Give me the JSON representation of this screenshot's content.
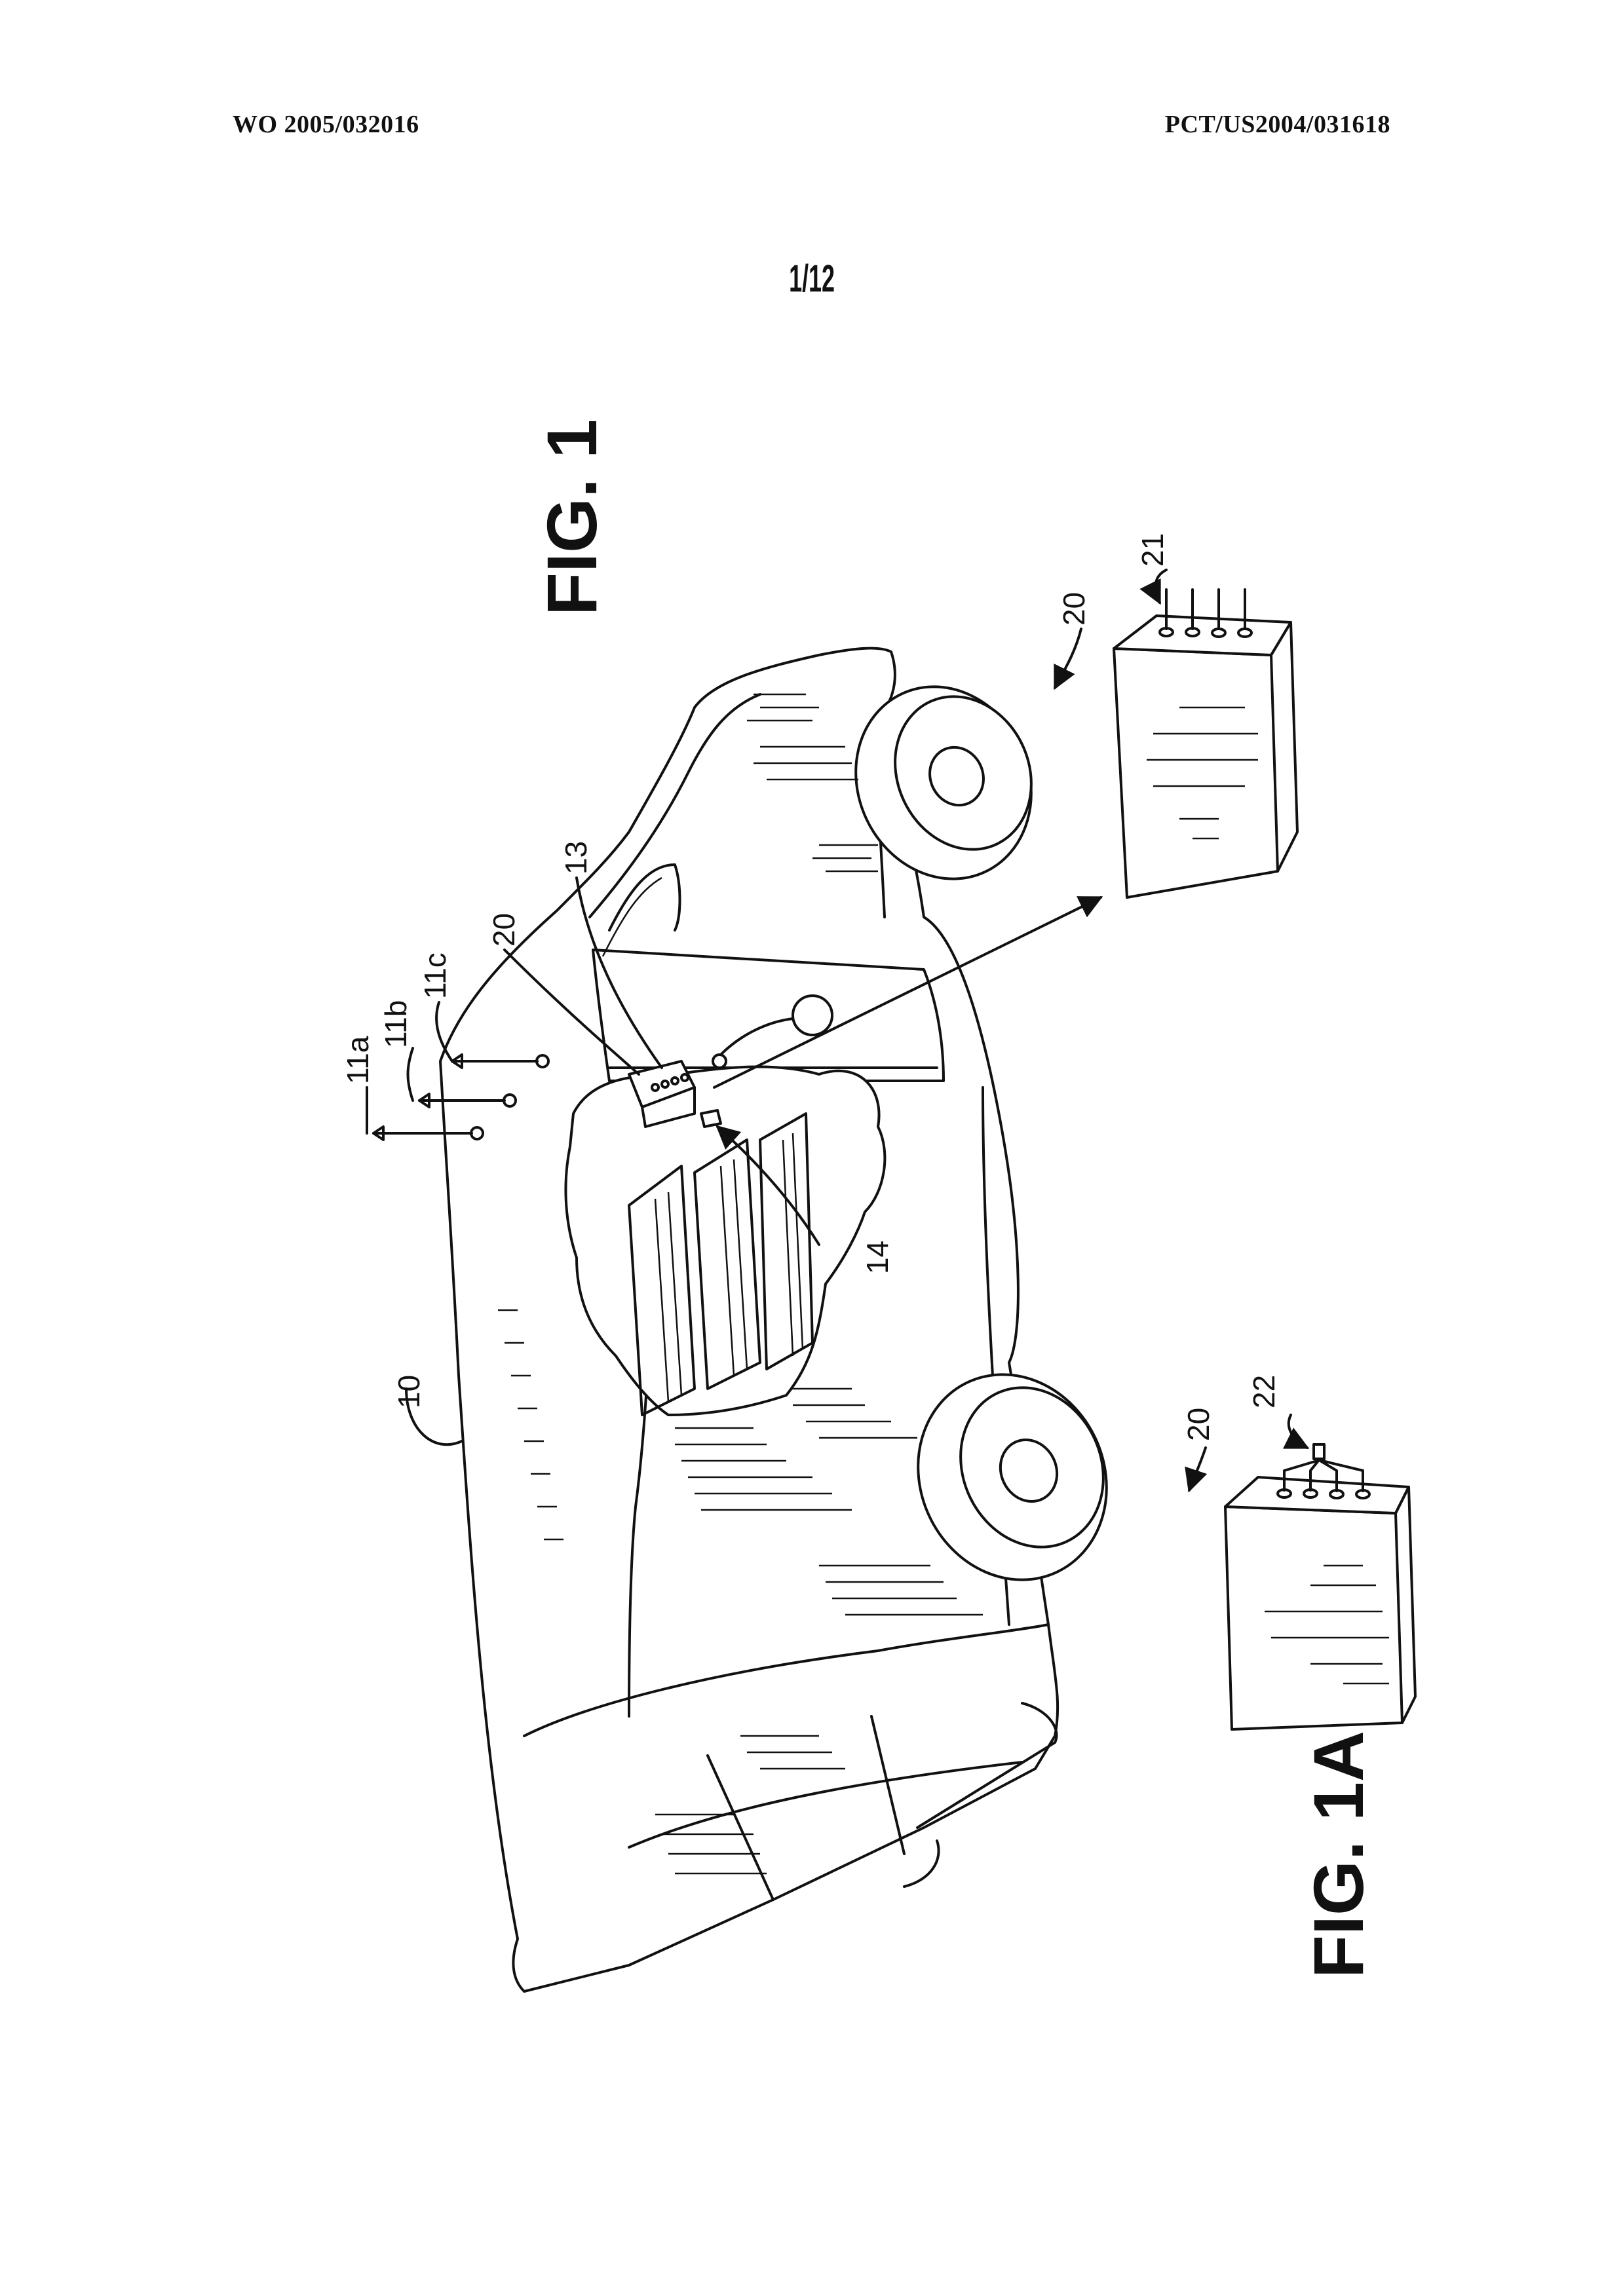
{
  "header": {
    "publication_number": "WO 2005/032016",
    "application_number": "PCT/US2004/031618"
  },
  "page": {
    "sheet_number": "1/12"
  },
  "figures": {
    "fig1": {
      "title": "FIG. 1"
    },
    "fig1a": {
      "title": "FIG. 1A"
    }
  },
  "reference_numerals": {
    "vehicle": "10",
    "antenna_a": "11a",
    "antenna_b": "11b",
    "antenna_c": "11c",
    "controller": "13",
    "connector": "14",
    "module": "20",
    "module_detail": "20",
    "module_alt": "20",
    "terminals": "21",
    "combined_terminal": "22"
  }
}
